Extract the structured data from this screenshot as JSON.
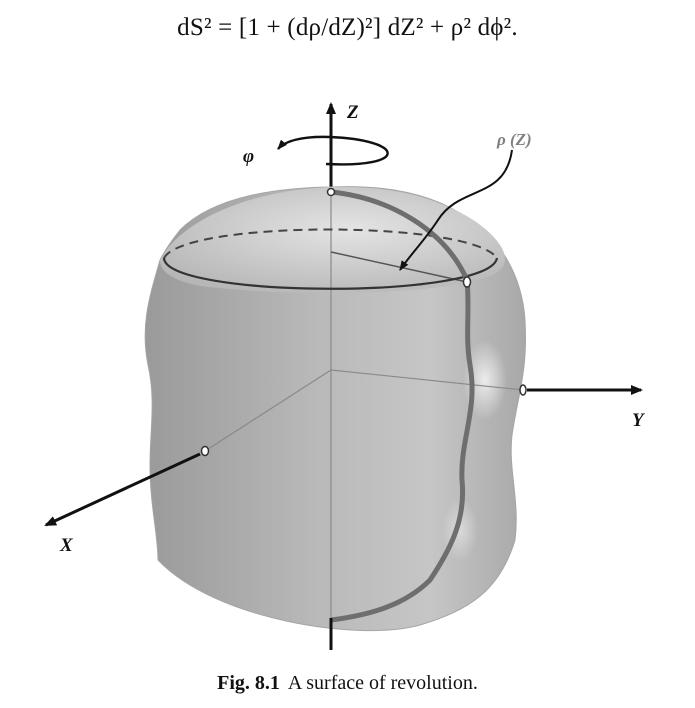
{
  "equation": "dS² = [1 + (dρ/dZ)²] dZ² + ρ² dϕ².",
  "figure": {
    "axes": {
      "x": "X",
      "y": "Y",
      "z": "Z"
    },
    "rotation_label": "φ",
    "profile_label": "ρ (Z)"
  },
  "caption": {
    "number": "Fig. 8.1",
    "text": "A surface of revolution."
  }
}
